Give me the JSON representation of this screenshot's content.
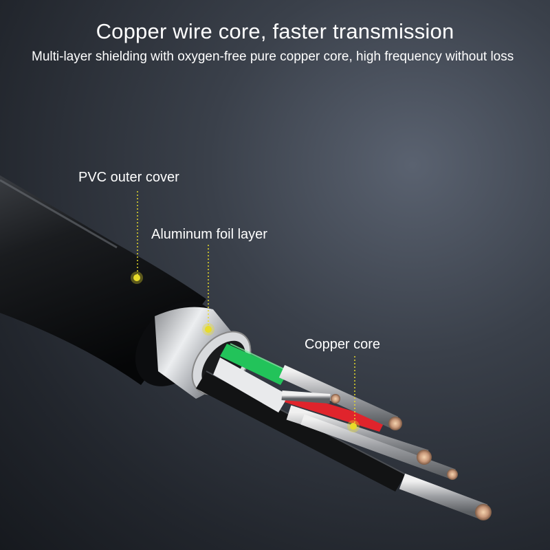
{
  "header": {
    "title": "Copper wire core, faster transmission",
    "subtitle": "Multi-layer shielding with oxygen-free pure copper core, high frequency without loss"
  },
  "callouts": {
    "pvc": "PVC outer cover",
    "foil": "Aluminum foil layer",
    "copper": "Copper core"
  },
  "colors": {
    "marker": "#e8dc2a",
    "wire_green": "#22c35a",
    "wire_red": "#e0242c"
  }
}
